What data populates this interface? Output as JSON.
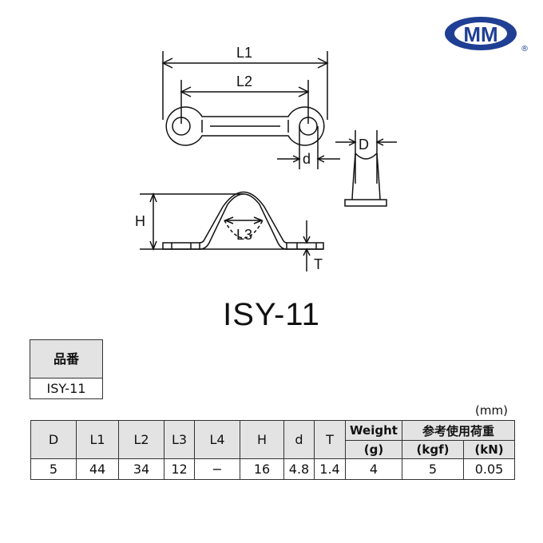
{
  "logo": {
    "text": "MM",
    "registered": "®",
    "color": "#1f3f94"
  },
  "drawing": {
    "labels": {
      "L1": "L1",
      "L2": "L2",
      "L3": "L3",
      "D": "D",
      "d": "d",
      "H": "H",
      "T": "T"
    }
  },
  "model_title": "ISY-11",
  "part_number": {
    "header": "品番",
    "value": "ISY-11"
  },
  "unit": "(mm)",
  "spec_table": {
    "headers": [
      "D",
      "L1",
      "L2",
      "L3",
      "L4",
      "H",
      "d",
      "T"
    ],
    "weight_header": "Weight",
    "weight_unit": "(g)",
    "load_header": "参考使用荷重",
    "load_units": [
      "(kgf)",
      "(kN)"
    ],
    "row": [
      "5",
      "44",
      "34",
      "12",
      "−",
      "16",
      "4.8",
      "1.4",
      "4",
      "5",
      "0.05"
    ]
  }
}
